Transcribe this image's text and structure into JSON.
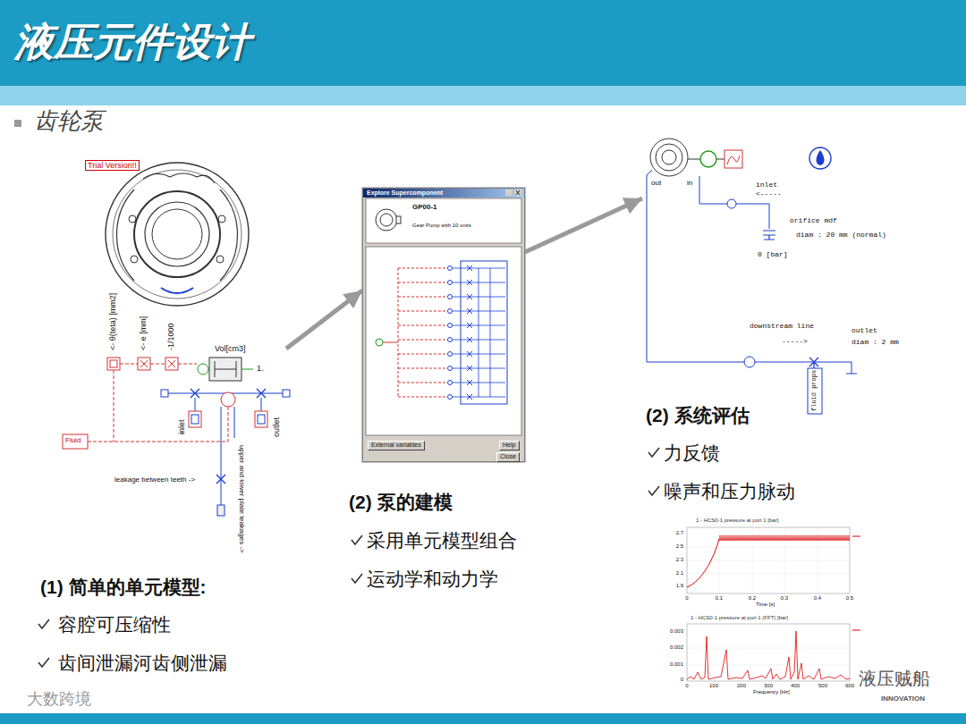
{
  "diagram": {
    "title": "液压元件设计",
    "nodes": [
      {
        "text": [
          "(1) 简单的单元模型:",
          "容腔可压缩性",
          "齿间泄漏河齿侧泄漏"
        ]
      },
      {
        "text": [
          "(2) 泵的建模",
          "采用单元模型组合",
          "运动学和动力学"
        ]
      },
      {
        "text": [
          "Explore Supercomponent",
          "GP00-1",
          "Gear Pump with 10 units"
        ],
        "in": 1
      },
      {
        "text": [
          "External variables"
        ],
        "in": 2
      },
      {
        "text": [
          "Help"
        ],
        "in": 2
      },
      {
        "text": [
          "Close"
        ],
        "in": 2
      },
      {
        "text": [
          "(2) 系统评估",
          "力反馈",
          "噪声和压力脉动"
        ]
      }
    ],
    "edges": [
      {
        "from": 0,
        "to": 2,
        "arrow": "to"
      },
      {
        "from": 2,
        "to": 6,
        "arrow": "to"
      }
    ],
    "labels": [
      "齿轮泵",
      "Trial Version!!",
      "<- θ(teta) [mm2]",
      "<- e [mm]",
      "-1/1000",
      "Vol[cm3]",
      "1.",
      "inlet",
      "outlet",
      "Fluid",
      "leakage between teeth ->",
      "upper and lower plate leakages ->",
      "out",
      "in",
      "inlet",
      "<-----",
      "orifice mdf",
      "diam : 20 mm (normal)",
      "0 [bar]",
      "downstream line",
      "----->",
      "outlet",
      "diam : 2 mm",
      "fluid props",
      "1 - HCS0-1 pressure at port 1 [bar]",
      "2.7",
      "2.5",
      "2.3",
      "2.1",
      "1.9",
      "0",
      "0.1",
      "0.2",
      "0.3",
      "0.4",
      "0.5",
      "Time [s]",
      "1 - HCS0-1 pressure at port 1 (FFT) [bar]",
      "0.003",
      "0.002",
      "0.001",
      "0",
      "0",
      "100",
      "200",
      "300",
      "400",
      "500",
      "600",
      "Frequency [Hz]",
      "大数跨境",
      "液压贼船",
      "INNOVATION"
    ]
  }
}
